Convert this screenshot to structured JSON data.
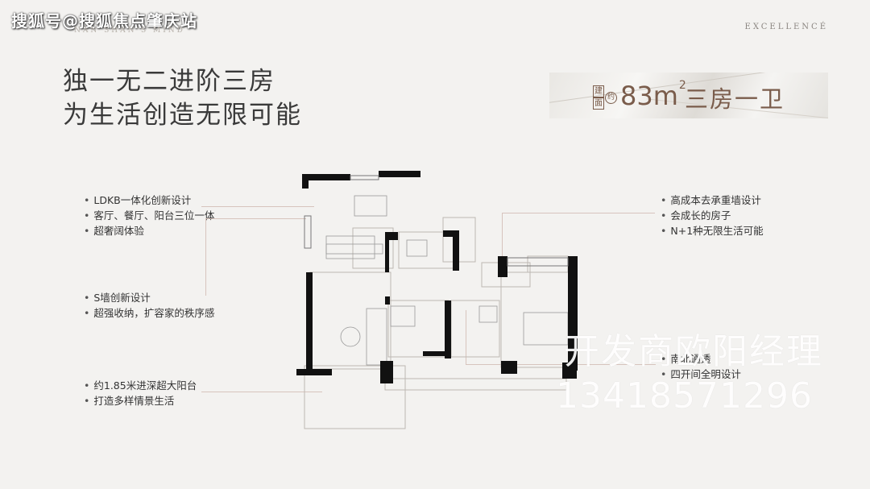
{
  "watermark_top": "搜狐号@搜狐焦点肇庆站",
  "brand_faint": "NAN SHAN'S MIND",
  "brand_right": "EXCELLENCÉ",
  "headline": {
    "line1": "独一无二进阶三房",
    "line2": "为生活创造无限可能"
  },
  "badge": {
    "tag_line1": "建",
    "tag_line2": "面",
    "tag_circle": "约",
    "area_number": "83",
    "area_unit": "m",
    "area_sup": "2",
    "type": "三房一卫"
  },
  "notes_left": {
    "group1": [
      "LDKB一体化创新设计",
      "客厅、餐厅、阳台三位一体",
      "超奢阔体验"
    ],
    "group2": [
      "S墙创新设计",
      "超强收纳，扩容家的秩序感"
    ],
    "group3": [
      "约1.85米进深超大阳台",
      "打造多样情景生活"
    ]
  },
  "notes_right": {
    "group1": [
      "高成本去承重墙设计",
      "会成长的房子",
      "N+1种无限生活可能"
    ],
    "group2": [
      "南北通透",
      "四开间全明设计"
    ]
  },
  "watermark_dev": "开发商欧阳经理",
  "watermark_phone": "13418571296"
}
